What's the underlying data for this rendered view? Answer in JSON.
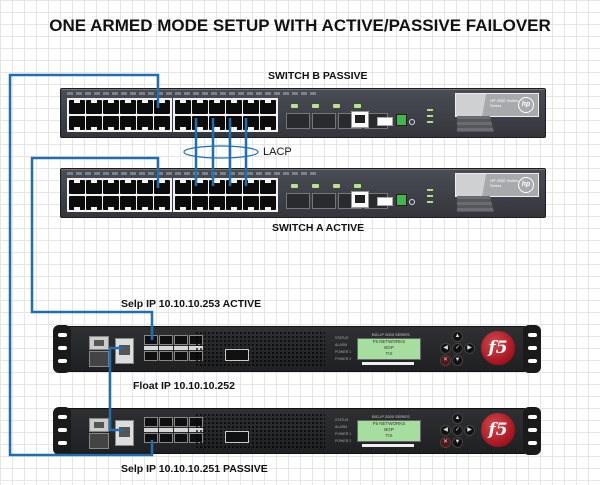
{
  "title": "ONE ARMED MODE SETUP WITH ACTIVE/PASSIVE FAILOVER",
  "switches": [
    {
      "id": "switch-b",
      "label": "SWITCH B PASSIVE",
      "brand_text": "HP 2530 Switch Series",
      "logo": "hp"
    },
    {
      "id": "switch-a",
      "label": "SWITCH A ACTIVE",
      "brand_text": "HP 2530 Switch Series",
      "logo": "hp"
    }
  ],
  "lacp_label": "LACP",
  "f5_devices": [
    {
      "id": "f5-active",
      "ip_label": "Selp IP 10.10.10.253 ACTIVE",
      "series": "BIG-IP 2000 SERIES",
      "lcd_lines": [
        "F5 NETWORKS",
        "BGP",
        "TIS"
      ],
      "status_labels": [
        "STATUS",
        "ALARM",
        "POWER 1",
        "POWER 2"
      ],
      "logo": "f5"
    },
    {
      "id": "f5-passive",
      "ip_label": "Selp IP 10.10.10.251 PASSIVE",
      "series": "BIG-IP 2000 SERIES",
      "lcd_lines": [
        "F5 NETWORKS",
        "BGP",
        "TIS"
      ],
      "status_labels": [
        "STATUS",
        "ALARM",
        "POWER 1",
        "POWER 2"
      ],
      "logo": "f5"
    }
  ],
  "float_ip_label": "Float IP 10.10.10.252",
  "cable_color": "#1f6fb0"
}
